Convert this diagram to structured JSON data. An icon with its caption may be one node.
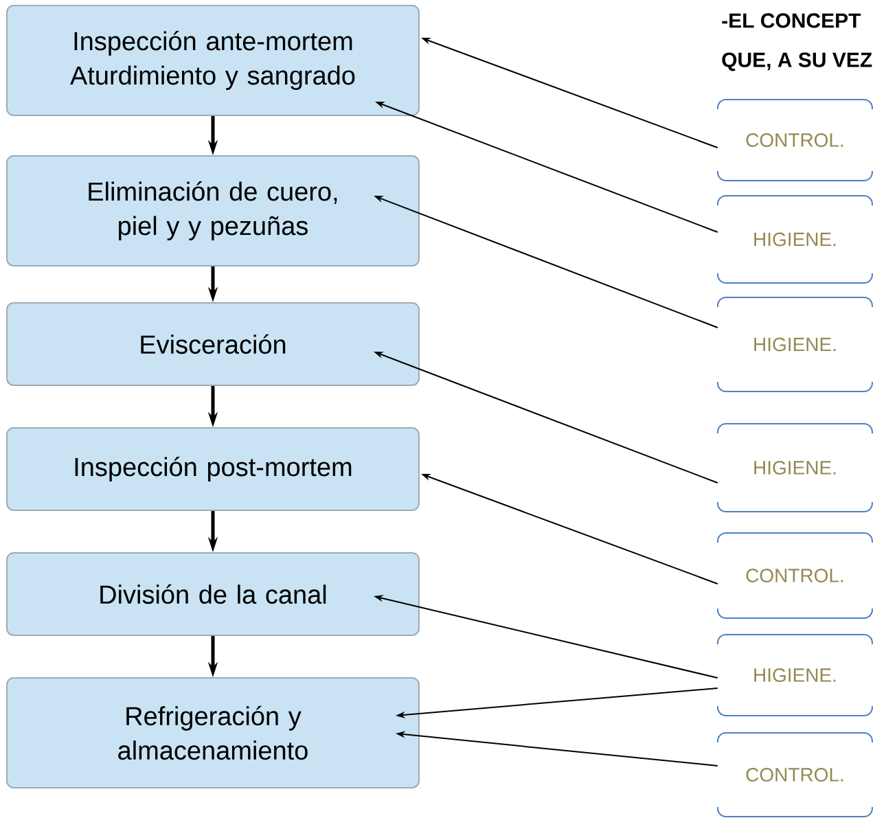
{
  "diagram": {
    "nodes": [
      {
        "text": [
          "Inspección ante-mortem",
          "Aturdimiento y sangrado"
        ]
      },
      {
        "text": [
          "Eliminación de cuero, piel y y pezuñas"
        ]
      },
      {
        "text": [
          "Evisceración"
        ]
      },
      {
        "text": [
          "Inspección post-mortem"
        ]
      },
      {
        "text": [
          "División de la canal"
        ]
      },
      {
        "text": [
          "Refrigeración y almacenamiento"
        ]
      },
      {
        "text": [
          "CONTROL."
        ]
      },
      {
        "text": [
          "HIGIENE."
        ]
      },
      {
        "text": [
          "HIGIENE."
        ]
      },
      {
        "text": [
          "HIGIENE."
        ]
      },
      {
        "text": [
          "CONTROL."
        ]
      },
      {
        "text": [
          "HIGIENE."
        ]
      },
      {
        "text": [
          "CONTROL."
        ]
      }
    ],
    "edges": [
      {
        "from": 0,
        "to": 1,
        "arrow": "to",
        "style": "thick"
      },
      {
        "from": 1,
        "to": 2,
        "arrow": "to",
        "style": "thick"
      },
      {
        "from": 2,
        "to": 3,
        "arrow": "to",
        "style": "thick"
      },
      {
        "from": 3,
        "to": 4,
        "arrow": "to",
        "style": "thick"
      },
      {
        "from": 4,
        "to": 5,
        "arrow": "to",
        "style": "thick"
      },
      {
        "from": 6,
        "to": 0,
        "arrow": "to"
      },
      {
        "from": 7,
        "to": 0,
        "arrow": "to"
      },
      {
        "from": 8,
        "to": 1,
        "arrow": "to"
      },
      {
        "from": 9,
        "to": 2,
        "arrow": "to"
      },
      {
        "from": 10,
        "to": 3,
        "arrow": "to"
      },
      {
        "from": 11,
        "to": 4,
        "arrow": "to"
      },
      {
        "from": 11,
        "to": 5,
        "arrow": "to"
      },
      {
        "from": 12,
        "to": 5,
        "arrow": "to"
      }
    ],
    "labels": [
      "-EL CONCEPT",
      "QUE, A SU VEZ"
    ]
  }
}
